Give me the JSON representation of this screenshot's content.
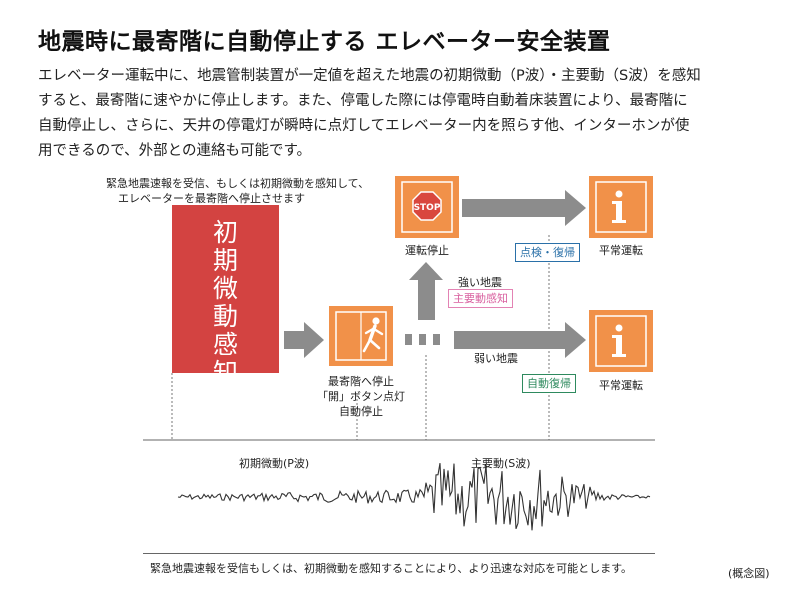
{
  "title": "地震時に最寄階に自動停止する エレベーター安全装置",
  "intro_lines": [
    "エレベーター運転中に、地震管制装置が一定値を超えた地震の初期微動（P波）・主要動（S波）を感知",
    "すると、最寄階に速やかに停止します。また、停電した際には停電時自動着床装置により、最寄階に",
    "自動停止し、さらに、天井の停電灯が瞬時に点灯してエレベーター内を照らす他、インターホンが使",
    "用できるので、外部との連絡も可能です。"
  ],
  "note_lines": [
    "緊急地震速報を受信、もしくは初期微動を感知して、",
    "エレベーターを最寄階へ停止させます"
  ],
  "initial_box_chars": [
    "初",
    "期",
    "微",
    "動",
    "感",
    "知"
  ],
  "stop_sign_text": "STOP",
  "labels": {
    "stopped": "運転停止",
    "normal_1": "平常運転",
    "normal_2": "平常運転",
    "nearest_1": "最寄階へ停止",
    "nearest_2": "「開」ボタン点灯",
    "nearest_3": "自動停止",
    "strong": "強い地震",
    "weak": "弱い地震",
    "p_wave": "初期微動(P波)",
    "s_wave": "主要動(S波)"
  },
  "tags": {
    "inspect": "点検・復帰",
    "main_detect": "主要動感知",
    "auto_restore": "自動復帰"
  },
  "caption": "緊急地震速報を受信もしくは、初期微動を感知することにより、より迅速な対応を可能とします。",
  "concept_label": "(概念図)",
  "colors": {
    "orange": "#f19149",
    "red": "#d34341",
    "arrow_gray": "#8c8c8c",
    "stop_red": "#d9473e"
  },
  "icons": [
    "running-person-icon",
    "stop-sign-icon",
    "info-icon"
  ]
}
